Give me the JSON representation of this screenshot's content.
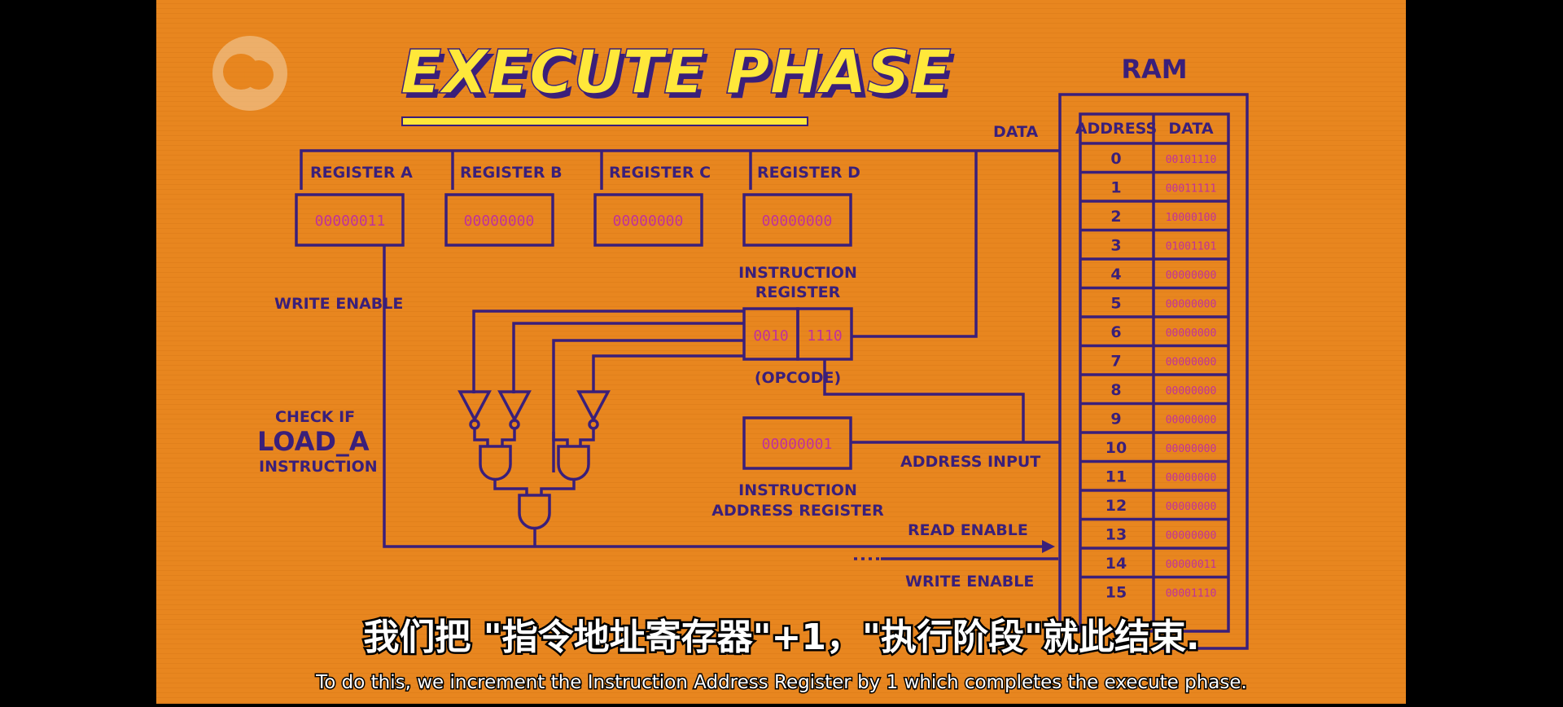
{
  "title": "EXECUTE PHASE",
  "colors": {
    "background": "#e8861f",
    "ink": "#3a1f7a",
    "bits": "#c0329a",
    "title_fill": "#ffe83a",
    "letterbox": "#000000"
  },
  "logo": {
    "name": "pbs-logo-icon"
  },
  "registers": [
    {
      "label": "REGISTER A",
      "value": "00000011"
    },
    {
      "label": "REGISTER B",
      "value": "00000000"
    },
    {
      "label": "REGISTER C",
      "value": "00000000"
    },
    {
      "label": "REGISTER D",
      "value": "00000000"
    }
  ],
  "instruction_register": {
    "label_line1": "INSTRUCTION",
    "label_line2": "REGISTER",
    "opcode": "0010",
    "address": "1110",
    "opcode_label": "(OPCODE)"
  },
  "instruction_address_register": {
    "value": "00000001",
    "label_line1": "INSTRUCTION",
    "label_line2": "ADDRESS REGISTER"
  },
  "labels": {
    "data": "DATA",
    "write_enable_left": "WRITE ENABLE",
    "check_if": "CHECK IF",
    "load_a": "LOAD_A",
    "instruction": "INSTRUCTION",
    "address_input": "ADDRESS INPUT",
    "read_enable": "READ ENABLE",
    "write_enable_right": "WRITE ENABLE"
  },
  "ram": {
    "title": "RAM",
    "col_address": "ADDRESS",
    "col_data": "DATA",
    "rows": [
      {
        "address": "0",
        "data": "00101110"
      },
      {
        "address": "1",
        "data": "00011111"
      },
      {
        "address": "2",
        "data": "10000100"
      },
      {
        "address": "3",
        "data": "01001101"
      },
      {
        "address": "4",
        "data": "00000000"
      },
      {
        "address": "5",
        "data": "00000000"
      },
      {
        "address": "6",
        "data": "00000000"
      },
      {
        "address": "7",
        "data": "00000000"
      },
      {
        "address": "8",
        "data": "00000000"
      },
      {
        "address": "9",
        "data": "00000000"
      },
      {
        "address": "10",
        "data": "00000000"
      },
      {
        "address": "11",
        "data": "00000000"
      },
      {
        "address": "12",
        "data": "00000000"
      },
      {
        "address": "13",
        "data": "00000000"
      },
      {
        "address": "14",
        "data": "00000011"
      },
      {
        "address": "15",
        "data": "00001110"
      }
    ]
  },
  "subtitles": {
    "chinese": "我们把 \"指令地址寄存器\"+1，\"执行阶段\"就此结束.",
    "english": "To do this, we increment the Instruction Address Register by 1 which completes the execute phase."
  }
}
